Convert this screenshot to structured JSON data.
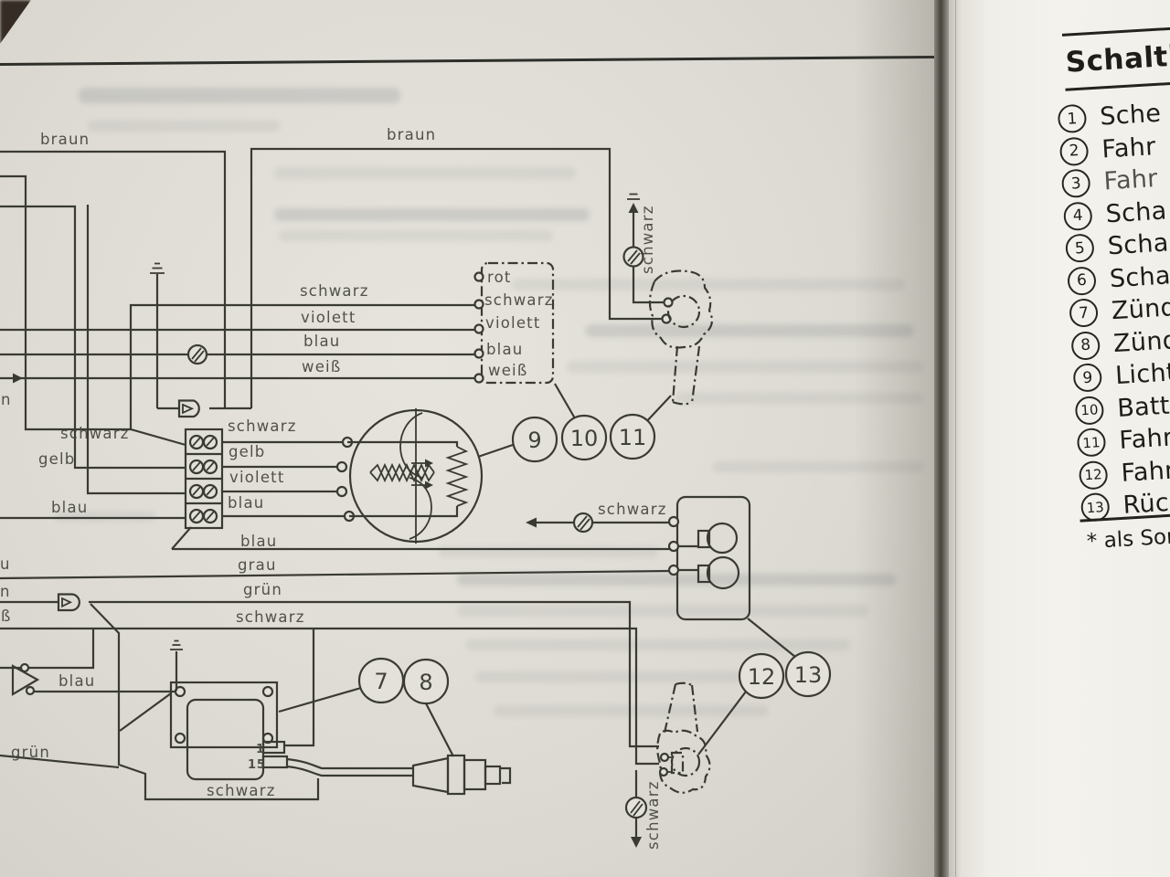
{
  "legend": {
    "heading": "Schaltb",
    "items": [
      {
        "num": "1",
        "label": "Sche"
      },
      {
        "num": "2",
        "label": "Fahr"
      },
      {
        "num": "3",
        "label": "Fahr"
      },
      {
        "num": "4",
        "label": "Scha"
      },
      {
        "num": "5",
        "label": "Scha"
      },
      {
        "num": "6",
        "label": "Scha"
      },
      {
        "num": "7",
        "label": "Zünds"
      },
      {
        "num": "8",
        "label": "Zündk"
      },
      {
        "num": "9",
        "label": "Lichtr"
      },
      {
        "num": "10",
        "label": "Batter"
      },
      {
        "num": "11",
        "label": "Fahrtr"
      },
      {
        "num": "12",
        "label": "Fahrtr"
      },
      {
        "num": "13",
        "label": "Rückli"
      }
    ],
    "footnote": "* als Sonder"
  },
  "diagram": {
    "labels": {
      "braun_top_left": "braun",
      "braun_top_mid": "braun",
      "harness_schwarz": "schwarz",
      "harness_violett": "violett",
      "harness_blau": "blau",
      "harness_weiss": "weiß",
      "plug_rot": "rot",
      "plug_schwarz": "schwarz",
      "plug_violett": "violett",
      "plug_blau": "blau",
      "plug_weiss": "weiß",
      "headlamp_ground_schwarz": "schwarz",
      "tb_in_schwarz": "schwarz",
      "tb_in_gelb": "gelb",
      "tb_in_blau": "blau",
      "tb_out_schwarz": "schwarz",
      "tb_out_gelb": "gelb",
      "tb_out_violett": "violett",
      "tb_out_blau": "blau",
      "run_blau": "blau",
      "run_grau": "grau",
      "run_gruen": "grün",
      "run_schwarz": "schwarz",
      "tail_ground_schwarz": "schwarz",
      "coil_in_blau": "blau",
      "coil_in_gruen": "grün",
      "coil_schwarz": "schwarz",
      "coil_term_1": "1",
      "coil_term_15": "15",
      "rear_ground_schwarz": "schwarz",
      "edge_n1": "n",
      "edge_u": "u",
      "edge_n2": "n",
      "edge_sz": "ß"
    },
    "callouts": {
      "c7": "7",
      "c8": "8",
      "c9": "9",
      "c10": "10",
      "c11": "11",
      "c12": "12",
      "c13": "13"
    }
  }
}
